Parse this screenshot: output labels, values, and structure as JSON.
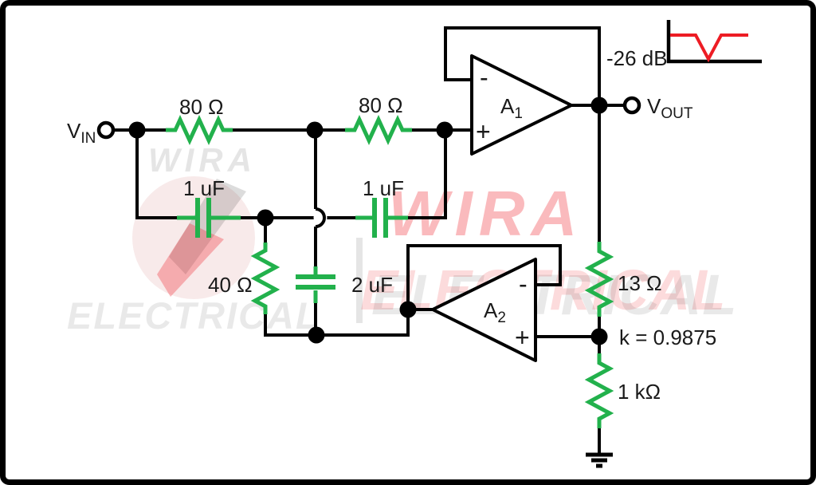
{
  "schematic": {
    "input_label": {
      "main": "V",
      "sub": "IN"
    },
    "output_label": {
      "main": "V",
      "sub": "OUT"
    },
    "opamp1": {
      "name_main": "A",
      "name_sub": "1",
      "minus": "-",
      "plus": "+"
    },
    "opamp2": {
      "name_main": "A",
      "name_sub": "2",
      "minus": "-",
      "plus": "+"
    },
    "resistors": {
      "r1": "80 Ω",
      "r2": "80 Ω",
      "r3": "40 Ω",
      "r4": "13 Ω",
      "r5": "1 kΩ"
    },
    "capacitors": {
      "c1": "1 uF",
      "c2": "1 uF",
      "c3": "2 uF"
    },
    "annotations": {
      "gain": "-26 dB",
      "k_factor": "k = 0.9875"
    }
  },
  "watermark": {
    "left_brand": "WIRA",
    "left_word": "ELECTRICAL",
    "right_brand": "WIRA",
    "right_word": "ELECTRICAL"
  },
  "colors": {
    "wire": "#000000",
    "component": "#22b14c",
    "red": "#ed1c24",
    "canvas": "#ffffff"
  }
}
